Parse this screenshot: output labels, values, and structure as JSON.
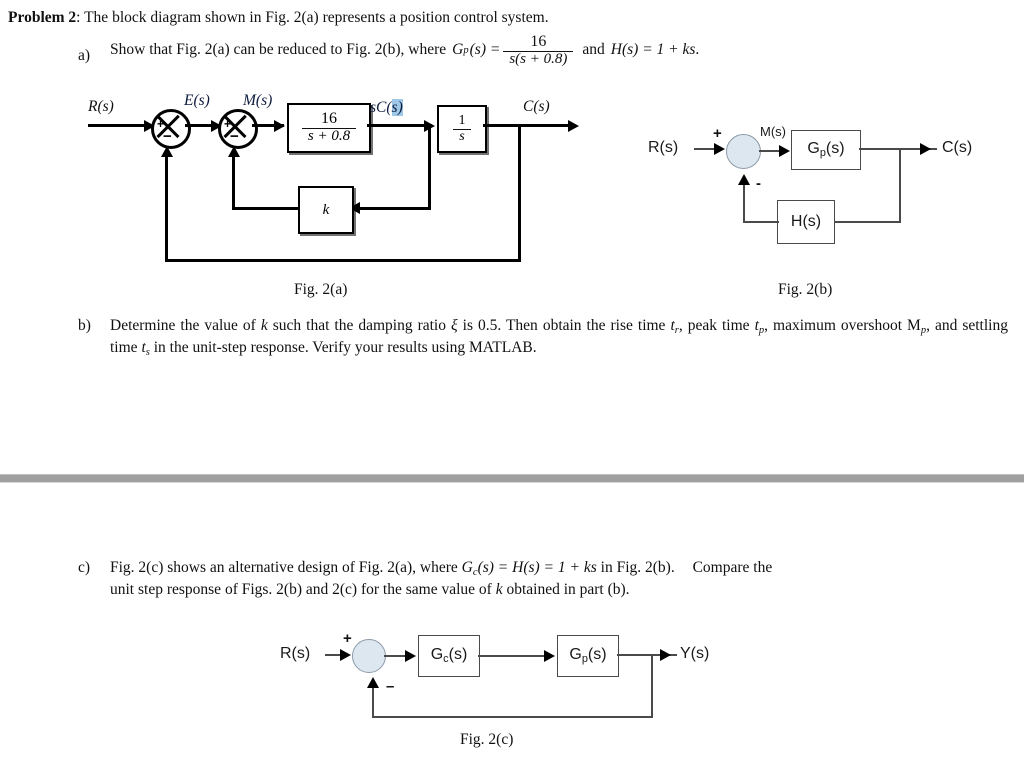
{
  "document": {
    "problem": {
      "label": "Problem 2",
      "colon": ":",
      "statement": "The block diagram shown in Fig. 2(a) represents a position control system."
    },
    "parts": {
      "a": {
        "marker": "a)",
        "text_1": "Show that Fig. 2(a) can be reduced to Fig. 2(b), where",
        "gp_lhs": "G",
        "gp_sub": "p",
        "gp_args": "(s) =",
        "gp_numerator": "16",
        "gp_denominator": "s(s + 0.8)",
        "conjunction": "and",
        "h_expr": "H(s) = 1 + ks",
        "period": "."
      },
      "b": {
        "marker": "b)",
        "line1_pre": "Determine the value of ",
        "k_sym": "k",
        "line1_mid": " such that the damping ratio ",
        "xi_sym": "ξ",
        "line1_post": " is 0.5. Then obtain the rise time ",
        "tr_base": "t",
        "tr_sub": "r",
        "line1_post2": ", peak time ",
        "tp_base": "t",
        "tp_sub": "p",
        "line1_end": ",",
        "line2_pre": "maximum overshoot M",
        "mp_sub": "p",
        "line2_mid": ", and settling time ",
        "ts_base": "t",
        "ts_sub": "s",
        "line2_post": " in the unit-step response. Verify your results using MATLAB."
      },
      "c": {
        "marker": "c)",
        "line1_pre": "Fig. 2(c) shows an alternative design of Fig. 2(a), where ",
        "gc_base": "G",
        "gc_sub": "c",
        "gc_expr": "(s) = H(s) = 1 + ks",
        "line1_mid": "  in Fig. 2(b).",
        "line1_end": "Compare the",
        "line2_pre": "unit step response of Figs. 2(b) and 2(c) for the same value of ",
        "k_sym": "k",
        "line2_post": " obtained in part (b)."
      }
    }
  },
  "figures": {
    "fig_a": {
      "caption": "Fig. 2(a)",
      "input_label": "R(s)",
      "error_label": "E(s)",
      "manipulated_label": "M(s)",
      "derivative_label_plain": "sC(",
      "derivative_label_highlight": "s)",
      "output_label": "C(s)",
      "plant_numerator": "16",
      "plant_denominator": "s + 0.8",
      "integrator_numerator": "1",
      "integrator_denominator": "s",
      "gain_label": "k",
      "sum1_plus": "+",
      "sum1_minus": "−",
      "sum2_plus": "+",
      "sum2_minus": "−",
      "highlight_color": "#9fc8e8",
      "label_color": "#0d1b3e"
    },
    "fig_b": {
      "caption": "Fig. 2(b)",
      "input_label": "R(s)",
      "manipulated_label": "M(s)",
      "output_label": "C(s)",
      "plant_base": "G",
      "plant_sub": "p",
      "plant_args": "(s)",
      "feedback_label": "H(s)",
      "plus_sign": "+",
      "minus_sign": "-",
      "sum_fill_color": "#dde7f0",
      "sum_border_color": "#8c9aa8"
    },
    "fig_c": {
      "caption": "Fig. 2(c)",
      "input_label": "R(s)",
      "output_label": "Y(s)",
      "controller_base": "G",
      "controller_sub": "c",
      "controller_args": "(s)",
      "plant_base": "G",
      "plant_sub": "p",
      "plant_args": "(s)",
      "plus_sign": "+",
      "minus_sign": "–",
      "sum_fill_color": "#dde7f0",
      "sum_border_color": "#8c9aa8"
    }
  },
  "divider": {
    "color": "#a0a0a0"
  }
}
